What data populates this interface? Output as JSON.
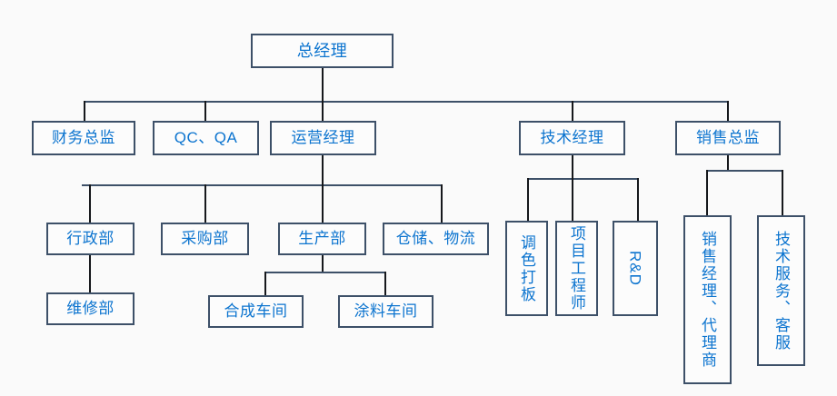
{
  "meta": {
    "title": "公司组织架构图",
    "type": "org-chart",
    "colors": {
      "border": "#3d5068",
      "text": "#0c74cf",
      "node_fill": "#fcfcfc",
      "background": "#fafafa",
      "connector": "#3d5068",
      "connector_dark": "#16181c"
    }
  },
  "nodes": {
    "root": "总经理",
    "finance_director": "财务总监",
    "qc_qa": "QC、QA",
    "operations_manager": "运营经理",
    "technical_manager": "技术经理",
    "sales_director": "销售总监",
    "admin_dept": "行政部",
    "purchasing_dept": "采购部",
    "production_dept": "生产部",
    "warehouse_logistics": "仓储、物流",
    "maintenance_dept": "维修部",
    "synthesis_workshop": "合成车间",
    "coating_workshop": "涂料车间",
    "color_matching": "调色打板",
    "project_engineer": "项目工程师",
    "rnd": "R&D",
    "sales_manager_agent": "销售经理、代理商",
    "tech_service_support": "技术服务、客服"
  },
  "hierarchy": {
    "总经理": [
      "财务总监",
      "QC、QA",
      "运营经理",
      "技术经理",
      "销售总监"
    ],
    "运营经理": [
      "行政部",
      "采购部",
      "生产部",
      "仓储、物流"
    ],
    "行政部": [
      "维修部"
    ],
    "生产部": [
      "合成车间",
      "涂料车间"
    ],
    "技术经理": [
      "调色打板",
      "项目工程师",
      "R&D"
    ],
    "销售总监": [
      "销售经理、代理商",
      "技术服务、客服"
    ]
  }
}
